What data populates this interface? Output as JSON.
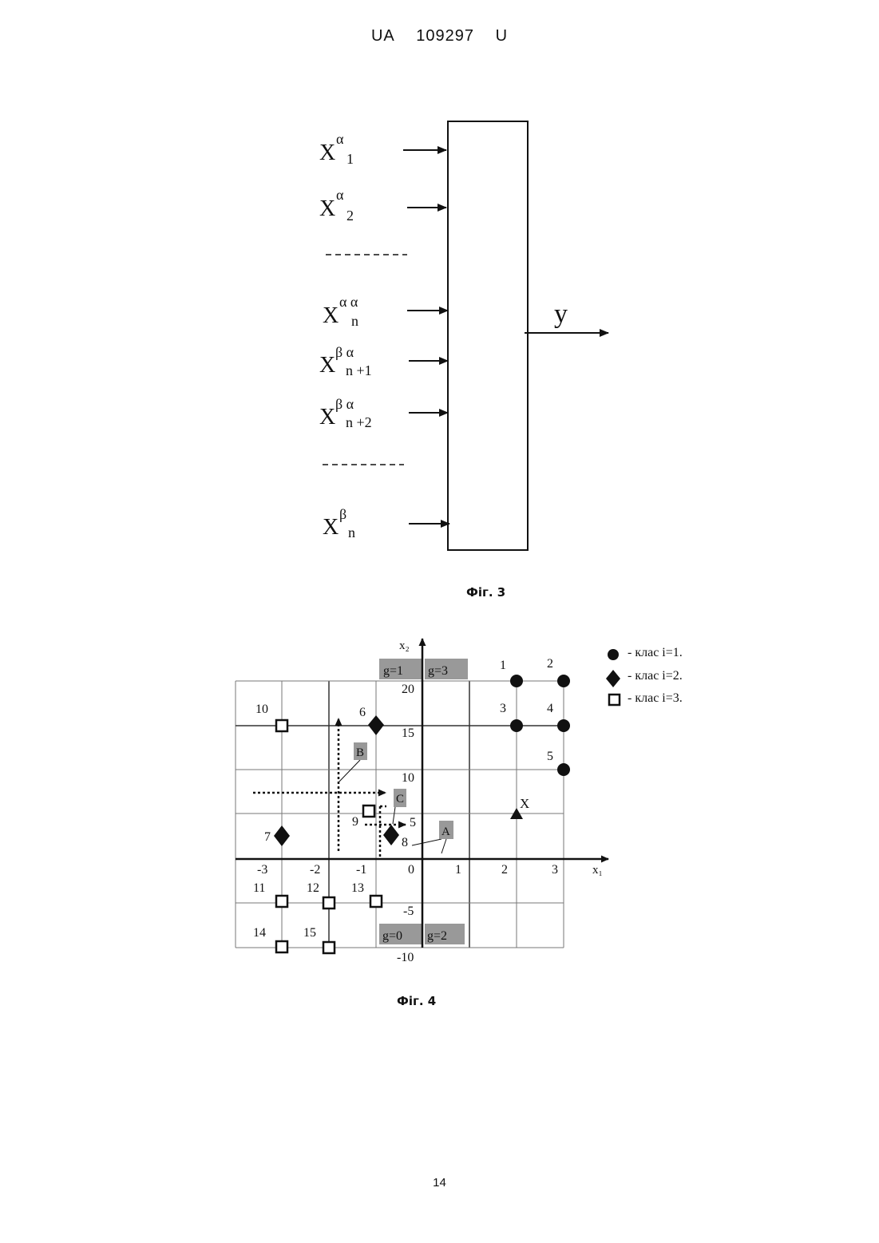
{
  "header": {
    "country": "UA",
    "number": "109297",
    "kind": "U"
  },
  "fig3": {
    "caption": "Фіг. 3",
    "inputs": [
      {
        "base": "X",
        "sup": "α",
        "sub": "1"
      },
      {
        "base": "X",
        "sup": "α",
        "sub": "2"
      },
      {
        "base": "X",
        "sup": "α α",
        "sub": "n"
      },
      {
        "base": "X",
        "sup": "β α",
        "sub": "n +1"
      },
      {
        "base": "X",
        "sup": "β α",
        "sub": "n +2"
      },
      {
        "base": "X",
        "sup": "β",
        "sub": "n"
      }
    ],
    "output_label": "y"
  },
  "fig4": {
    "caption": "Фіг. 4",
    "x_axis_label": "x₁",
    "y_axis_label": "x₂",
    "x_ticks": [
      "-3",
      "-2",
      "-1",
      "0",
      "1",
      "2",
      "3"
    ],
    "y_ticks": [
      "20",
      "15",
      "10",
      "5",
      "-5",
      "-10"
    ],
    "legend": [
      "- клас i=1.",
      "- клас i=2.",
      "- клас i=3."
    ],
    "quadrant_labels": [
      "g=1",
      "g=3",
      "g=0",
      "g=2"
    ],
    "region_labels": [
      "A",
      "B",
      "C"
    ],
    "query_label": "X",
    "points": [
      {
        "id": "1",
        "cls": 1
      },
      {
        "id": "2",
        "cls": 1
      },
      {
        "id": "3",
        "cls": 1
      },
      {
        "id": "4",
        "cls": 1
      },
      {
        "id": "5",
        "cls": 1
      },
      {
        "id": "6",
        "cls": 2
      },
      {
        "id": "7",
        "cls": 2
      },
      {
        "id": "8",
        "cls": 2
      },
      {
        "id": "9",
        "cls": 3
      },
      {
        "id": "10",
        "cls": 3
      },
      {
        "id": "11",
        "cls": 3
      },
      {
        "id": "12",
        "cls": 3
      },
      {
        "id": "13",
        "cls": 3
      },
      {
        "id": "14",
        "cls": 3
      },
      {
        "id": "15",
        "cls": 3
      }
    ]
  },
  "page_number": "14"
}
